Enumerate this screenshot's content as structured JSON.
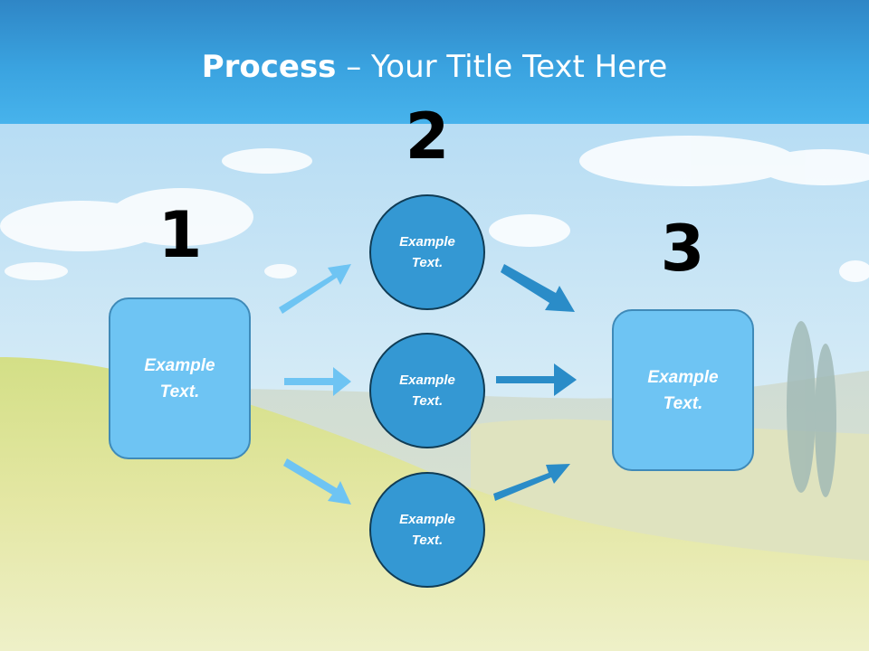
{
  "title": {
    "bold": "Process",
    "rest": " – Your Title Text Here"
  },
  "steps": [
    {
      "number": "1",
      "box_text": "Example\nText."
    },
    {
      "number": "2",
      "circles": [
        "Example\nText.",
        "Example\nText.",
        "Example\nText."
      ]
    },
    {
      "number": "3",
      "box_text": "Example\nText."
    }
  ],
  "colors": {
    "header": "#3aa3e0",
    "box_fill": "#6ec4f3",
    "circle_fill": "#3498d3",
    "arrow_light": "#6ec4f3",
    "arrow_dark": "#2a8cc8"
  }
}
